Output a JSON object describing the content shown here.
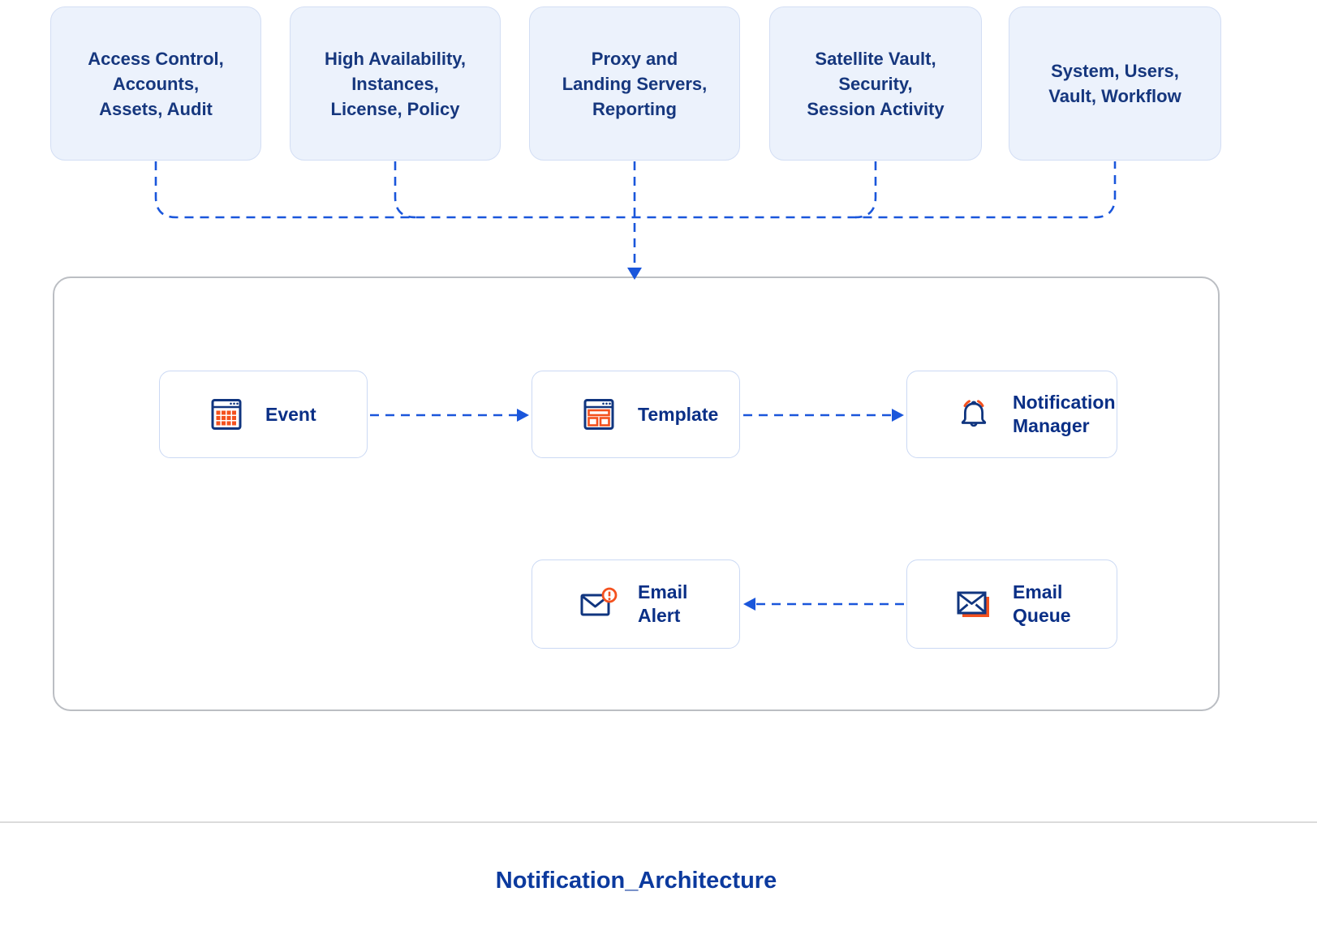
{
  "diagram": {
    "title": "Notification_Architecture",
    "source_groups": [
      {
        "name": "access-control",
        "lines": [
          "Access Control,",
          "Accounts,",
          "Assets, Audit"
        ]
      },
      {
        "name": "high-availability",
        "lines": [
          "High Availability,",
          "Instances,",
          "License, Policy"
        ]
      },
      {
        "name": "proxy",
        "lines": [
          "Proxy and",
          "Landing Servers,",
          "Reporting"
        ]
      },
      {
        "name": "satellite-vault",
        "lines": [
          "Satellite Vault,",
          "Security,",
          "Session Activity"
        ]
      },
      {
        "name": "system-users",
        "lines": [
          "System, Users,",
          "Vault, Workflow"
        ]
      }
    ],
    "nodes": {
      "event": {
        "label": "Event",
        "icon": "calendar-grid-icon"
      },
      "template": {
        "label": "Template",
        "icon": "template-layout-icon"
      },
      "notification_manager": {
        "lines": [
          "Notification",
          "Manager"
        ],
        "icon": "bell-icon"
      },
      "email_alert": {
        "lines": [
          "Email",
          "Alert"
        ],
        "icon": "email-alert-icon"
      },
      "email_queue": {
        "lines": [
          "Email",
          "Queue"
        ],
        "icon": "email-queue-icon"
      }
    },
    "flows": [
      {
        "from": "source-groups",
        "to": "notification-container",
        "style": "dashed-arrow"
      },
      {
        "from": "event",
        "to": "template",
        "style": "dashed-arrow"
      },
      {
        "from": "template",
        "to": "notification_manager",
        "style": "dashed-arrow"
      },
      {
        "from": "email_queue",
        "to": "email_alert",
        "style": "dashed-arrow"
      }
    ],
    "colors": {
      "connector_blue": "#1A56DB",
      "group_fill": "#ECF2FC",
      "group_border": "#D3DEF4",
      "group_text_navy": "#16377E",
      "node_text_navy": "#0A2F86",
      "icon_navy": "#10357F",
      "icon_orange": "#F4511E",
      "container_border": "#BBBEC3",
      "title_blue": "#0C3A9E"
    }
  }
}
